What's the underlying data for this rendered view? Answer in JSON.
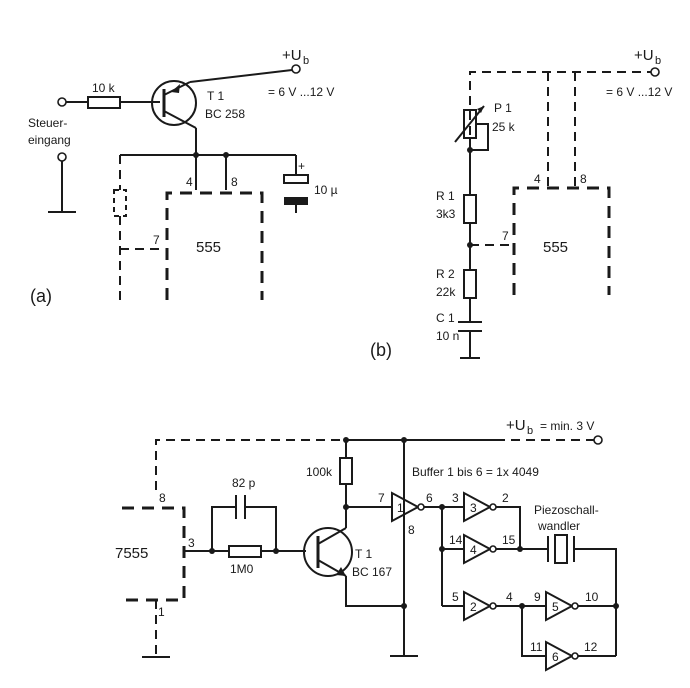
{
  "circuit_a": {
    "supply_label": "+U",
    "supply_sub": "b",
    "supply_range": "= 6 V ...12 V",
    "input_line1": "Steuer-",
    "input_line2": "eingang",
    "resistor": "10 k",
    "transistor_name": "T 1",
    "transistor_type": "BC 258",
    "pin4": "4",
    "pin8": "8",
    "pin7": "7",
    "ic": "555",
    "cap_polarity": "+",
    "cap": "10 µ",
    "panel": "(a)"
  },
  "circuit_b": {
    "supply_label": "+U",
    "supply_sub": "b",
    "supply_range": "= 6 V ...12 V",
    "pot_name": "P 1",
    "pot_value": "25 k",
    "r1_name": "R 1",
    "r1_value": "3k3",
    "r2_name": "R 2",
    "r2_value": "22k",
    "c1_name": "C 1",
    "c1_value": "10 n",
    "pin4": "4",
    "pin8": "8",
    "pin7": "7",
    "ic": "555",
    "panel": "(b)"
  },
  "circuit_c": {
    "supply_label": "+U",
    "supply_sub": "b",
    "supply_min": "= min. 3 V",
    "buffer_note": "Buffer 1 bis 6 = 1x 4049",
    "ic": "7555",
    "pin8": "8",
    "pin3": "3",
    "pin1": "1",
    "cap": "82 p",
    "res_series": "1M0",
    "res_pull": "100k",
    "transistor_name": "T 1",
    "transistor_type": "BC 167",
    "piezo_line1": "Piezoschall-",
    "piezo_line2": "wandler",
    "buf1": {
      "id": "1",
      "in": "7",
      "out": "6",
      "supply": "8"
    },
    "buf3": {
      "id": "3",
      "in": "3",
      "out": "2"
    },
    "buf4": {
      "id": "4",
      "in": "14",
      "out": "15"
    },
    "buf2": {
      "id": "2",
      "in": "5",
      "out": "4"
    },
    "buf5": {
      "id": "5",
      "in": "9",
      "out": "10"
    },
    "buf6": {
      "id": "6",
      "in": "11",
      "out": "12"
    }
  }
}
